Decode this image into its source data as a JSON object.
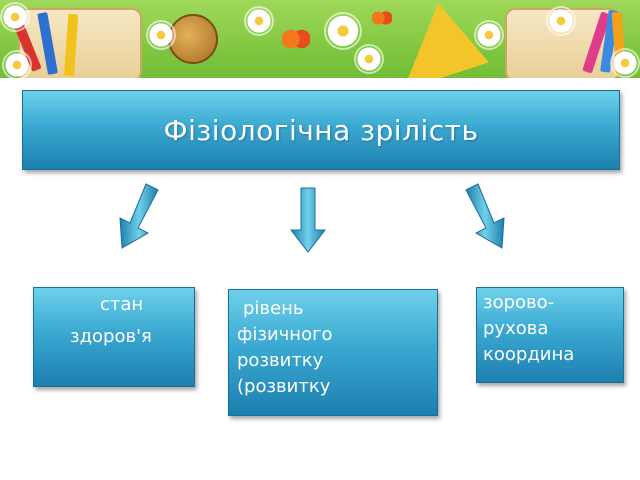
{
  "title": "Фізіологічна зрілість",
  "boxes": {
    "left": [
      "стан",
      "здоров'я"
    ],
    "middle": [
      "рівень",
      "фізичного",
      "розвитку",
      "(розвитку"
    ],
    "right": [
      "зорово-",
      "рухова",
      "координа"
    ]
  },
  "colors": {
    "box_top": "#6fd0ea",
    "box_bottom": "#1d7fae",
    "header_green": "#7cc43d",
    "text": "#ffffff"
  },
  "decor_icons": [
    "pencils-icon",
    "bird-icon",
    "butterfly-icon",
    "ruler-icon",
    "daisy-icon",
    "scroll-icon"
  ]
}
